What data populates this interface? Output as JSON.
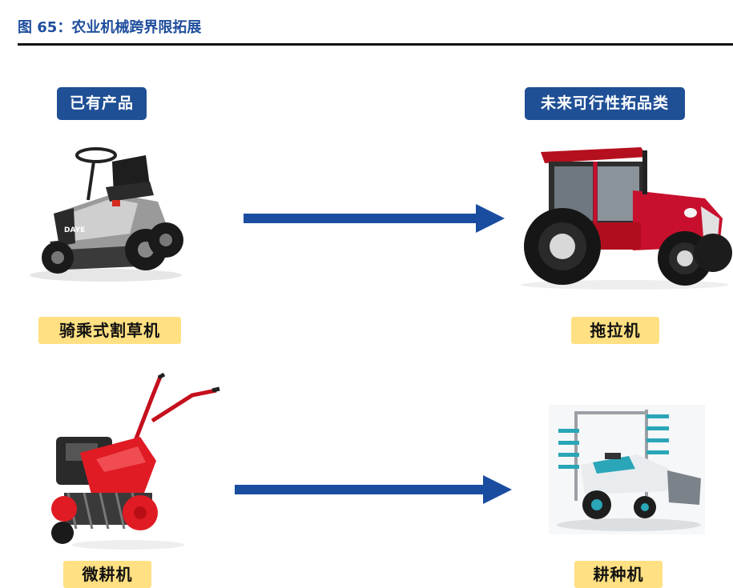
{
  "figure": {
    "title": "图 65：农业机械跨界限拓展"
  },
  "headers": {
    "existing": "已有产品",
    "future": "未来可行性拓品类"
  },
  "products": {
    "riding_mower": "骑乘式割草机",
    "tractor": "拖拉机",
    "micro_tiller": "微耕机",
    "rice_transplanter": "耕种机"
  },
  "image_text": {
    "mower_brand": "DAYE"
  },
  "colors": {
    "title_blue": "#1f4e9c",
    "tag_blue": "#1f4f95",
    "tag_yellow": "#ffe082",
    "arrow_blue": "#1a4da0",
    "tractor_red": "#c8102e",
    "tiller_red": "#e01b24",
    "transplanter_teal": "#2aa6b8"
  },
  "icons": [
    "riding-mower-icon",
    "tractor-icon",
    "micro-tiller-icon",
    "rice-transplanter-icon",
    "arrow-right-icon"
  ]
}
